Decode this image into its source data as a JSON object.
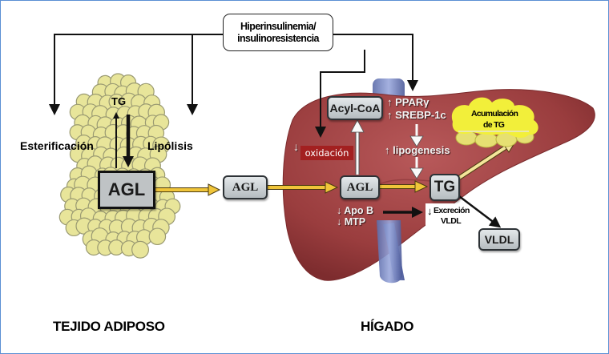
{
  "diagram": {
    "hyperinsulinemia": {
      "line1": "Hiperinsulinemia/",
      "line2": "insulinoresistencia"
    },
    "adipose": {
      "tg": "TG",
      "agl": "AGL",
      "esterificacion": "Esterificación",
      "lipolisis": "Lipólisis",
      "section_title": "TEJIDO ADIPOSO"
    },
    "transport": {
      "agl": "AGL"
    },
    "liver": {
      "section_title": "HÍGADO",
      "acyl_coa": "Acyl-CoA",
      "oxidacion_arrow": "↓",
      "oxidacion": "oxidación",
      "ppar": "↑ PPARγ",
      "srebp": "↑ SREBP-1c",
      "lipogenesis": "↑ lipogenesis",
      "agl": "AGL",
      "tg": "TG",
      "apo_b": "↓ Apo B",
      "mtp": "↓ MTP",
      "excrecion_arrow": "↓",
      "excrecion_line1": "Excreción",
      "excrecion_line2": "VLDL",
      "vldl": "VLDL",
      "acumulacion_line1": "Acumulación",
      "acumulacion_line2": "de TG"
    },
    "colors": {
      "liver": "#9e3f3f",
      "fat_cells": "#e8e59a",
      "cloud": "#f2ef3a",
      "yellow_arrow": "#f0c53a",
      "oxidacion_box": "#a32020",
      "frame": "#5b8fd4"
    }
  }
}
